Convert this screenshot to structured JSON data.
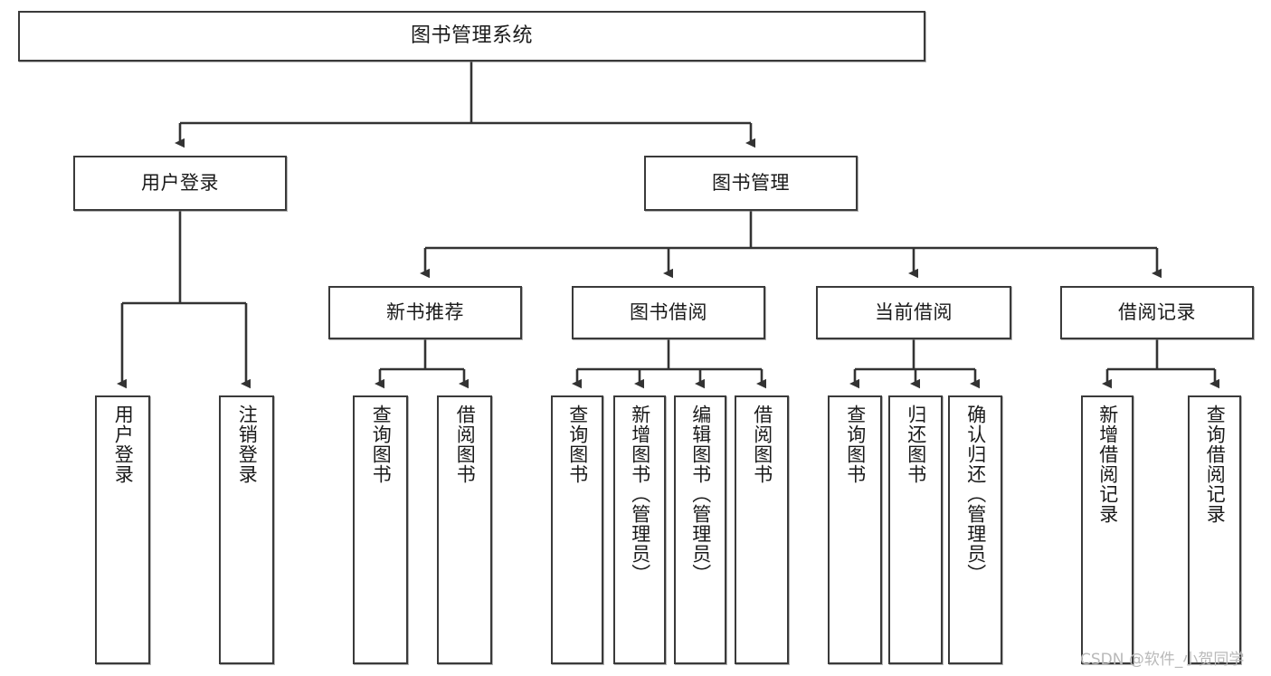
{
  "diagram": {
    "title": "图书管理系统",
    "type": "hierarchy-tree",
    "watermark": "CSDN @软件_小贺同学",
    "line_color": "#333333",
    "box_border_color": "#3a3a3a",
    "background_color": "#ffffff",
    "levels": {
      "root": "图书管理系统",
      "level2": [
        "用户登录",
        "图书管理"
      ],
      "level3": [
        "新书推荐",
        "图书借阅",
        "当前借阅",
        "借阅记录"
      ]
    }
  },
  "nodes": {
    "root": {
      "label": "图书管理系统"
    },
    "user_login": {
      "label": "用户登录"
    },
    "book_manage": {
      "label": "图书管理"
    },
    "new_book_rec": {
      "label": "新书推荐"
    },
    "book_borrow": {
      "label": "图书借阅"
    },
    "current_borrow": {
      "label": "当前借阅"
    },
    "borrow_record": {
      "label": "借阅记录"
    },
    "leaf_user_login": {
      "label": "用户登录"
    },
    "leaf_logout": {
      "label": "注销登录"
    },
    "leaf_query_book_1": {
      "label": "查询图书"
    },
    "leaf_borrow_book_1": {
      "label": "借阅图书"
    },
    "leaf_query_book_2": {
      "label": "查询图书"
    },
    "leaf_add_book": {
      "label": "新增图书（管理员）"
    },
    "leaf_edit_book": {
      "label": "编辑图书（管理员）"
    },
    "leaf_borrow_book_2": {
      "label": "借阅图书"
    },
    "leaf_query_book_3": {
      "label": "查询图书"
    },
    "leaf_return_book": {
      "label": "归还图书"
    },
    "leaf_confirm_return": {
      "label": "确认归还（管理员）"
    },
    "leaf_add_record": {
      "label": "新增借阅记录"
    },
    "leaf_query_record": {
      "label": "查询借阅记录"
    }
  }
}
